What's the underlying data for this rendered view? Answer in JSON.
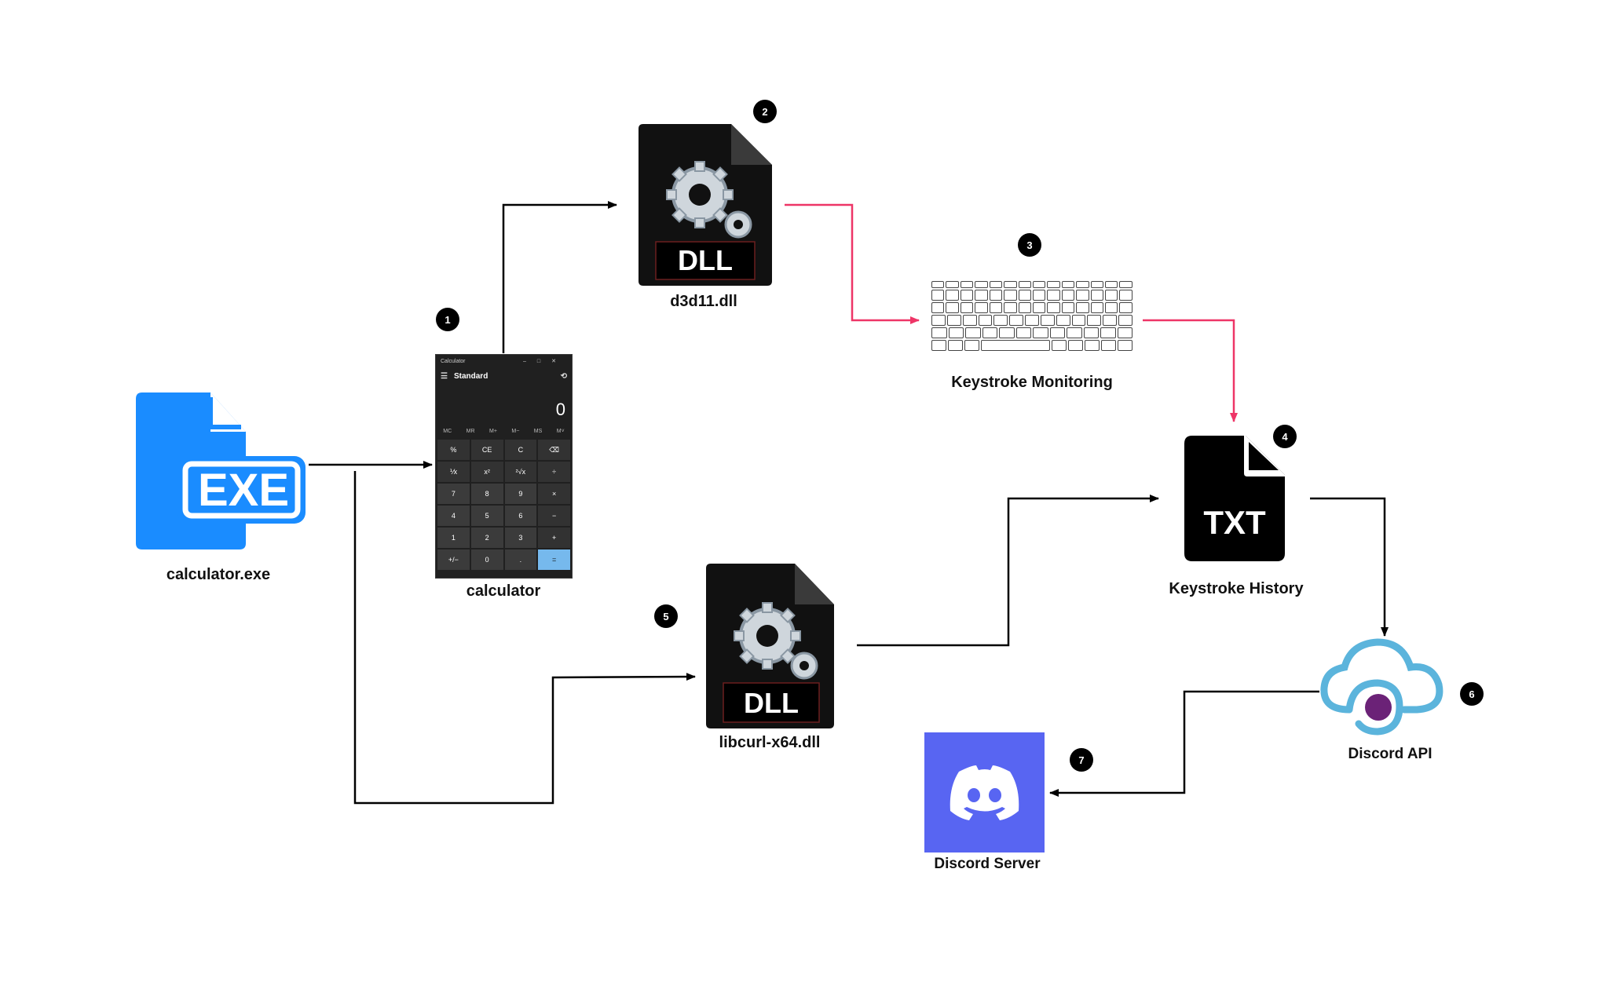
{
  "nodes": {
    "exe": {
      "label": "calculator.exe",
      "icon_text": "EXE",
      "color": "#1a8cff"
    },
    "calculator": {
      "label": "calculator"
    },
    "d3d11": {
      "label": "d3d11.dll",
      "icon_text": "DLL"
    },
    "keyboard": {
      "label": "Keystroke Monitoring"
    },
    "txt": {
      "label": "Keystroke History",
      "icon_text": "TXT"
    },
    "libcurl": {
      "label": "libcurl-x64.dll",
      "icon_text": "DLL"
    },
    "discord_api": {
      "label": "Discord API"
    },
    "discord_server": {
      "label": "Discord Server",
      "color": "#5865f2"
    }
  },
  "badges": [
    "1",
    "2",
    "3",
    "4",
    "5",
    "6",
    "7"
  ],
  "calculator_app": {
    "window_title": "Calculator",
    "mode": "Standard",
    "display": "0",
    "memory": [
      "MC",
      "MR",
      "M+",
      "M−",
      "MS",
      "M˅"
    ],
    "keys": [
      "%",
      "CE",
      "C",
      "⌫",
      "⅟x",
      "x²",
      "²√x",
      "÷",
      "7",
      "8",
      "9",
      "×",
      "4",
      "5",
      "6",
      "−",
      "1",
      "2",
      "3",
      "+",
      "+/−",
      "0",
      ".",
      "="
    ]
  },
  "colors": {
    "black_arrow": "#000000",
    "red_arrow": "#ee3567",
    "badge": "#000000",
    "cloud": "#5bb4dc",
    "cloud_dot": "#6b2277"
  }
}
